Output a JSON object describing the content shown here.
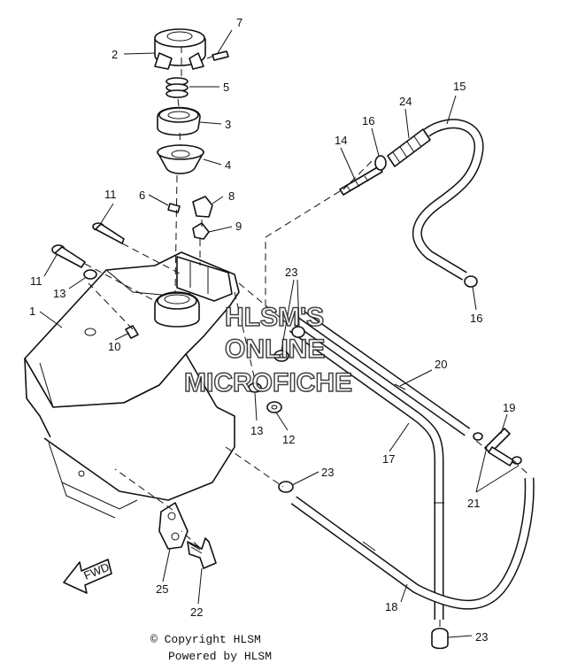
{
  "labels": {
    "p1": "1",
    "p2": "2",
    "p3": "3",
    "p4": "4",
    "p5": "5",
    "p6": "6",
    "p7": "7",
    "p8": "8",
    "p9": "9",
    "p10": "10",
    "p11a": "11",
    "p11b": "11",
    "p12": "12",
    "p13a": "13",
    "p13b": "13",
    "p14": "14",
    "p15": "15",
    "p16a": "16",
    "p16b": "16",
    "p17": "17",
    "p18": "18",
    "p19": "19",
    "p20": "20",
    "p21": "21",
    "p22": "22",
    "p23a": "23",
    "p23b": "23",
    "p23c": "23",
    "p24": "24",
    "p25": "25"
  },
  "fwd_label": "FWD",
  "watermark": {
    "line1": "HLSM'S",
    "line2": "ONLINE",
    "line3": "MICROFICHE"
  },
  "footer": {
    "copyright": "© Copyright HLSM",
    "powered": "Powered by HLSM"
  }
}
